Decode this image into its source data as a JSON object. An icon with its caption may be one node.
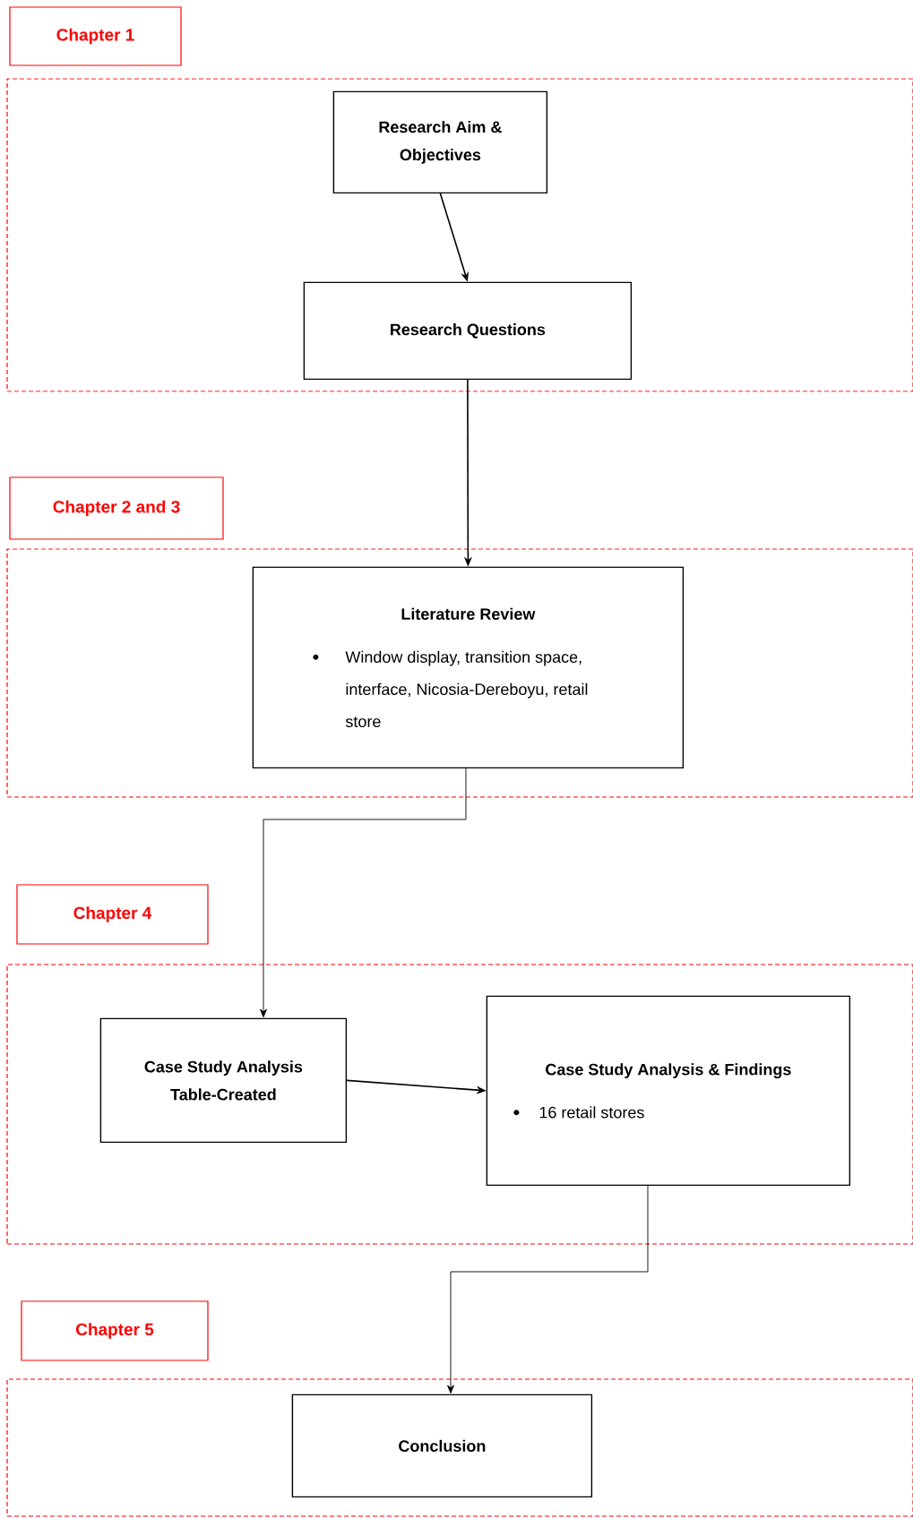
{
  "diagram": {
    "nodes": [
      {
        "text": [
          "Chapter 1"
        ]
      },
      {
        "text": [],
        "shape": "box"
      },
      {
        "text": [
          "Research Aim & Objectives"
        ],
        "in": 1
      },
      {
        "text": [
          "Research Questions"
        ],
        "in": 1
      },
      {
        "text": [
          "Chapter 2 and 3"
        ]
      },
      {
        "text": [],
        "shape": "box"
      },
      {
        "text": [
          "Literature Review",
          "Window display, transition space, interface, Nicosia-Dereboyu, retail store"
        ],
        "in": 5
      },
      {
        "text": [
          "Chapter 4"
        ]
      },
      {
        "text": [],
        "shape": "box"
      },
      {
        "text": [
          "Case Study Analysis Table-Created"
        ],
        "in": 8
      },
      {
        "text": [
          "Case Study Analysis & Findings",
          "16 retail stores"
        ],
        "in": 8
      },
      {
        "text": [
          "Chapter 5"
        ]
      },
      {
        "text": [],
        "shape": "box"
      },
      {
        "text": [
          "Conclusion"
        ],
        "in": 12
      }
    ],
    "edges": [
      {
        "from": 2,
        "to": 3,
        "arrow": "to"
      },
      {
        "from": 3,
        "to": 6,
        "arrow": "to"
      },
      {
        "from": 6,
        "to": 9,
        "arrow": "to"
      },
      {
        "from": 9,
        "to": 10,
        "arrow": "to"
      },
      {
        "from": 10,
        "to": 13,
        "arrow": "to"
      }
    ]
  }
}
